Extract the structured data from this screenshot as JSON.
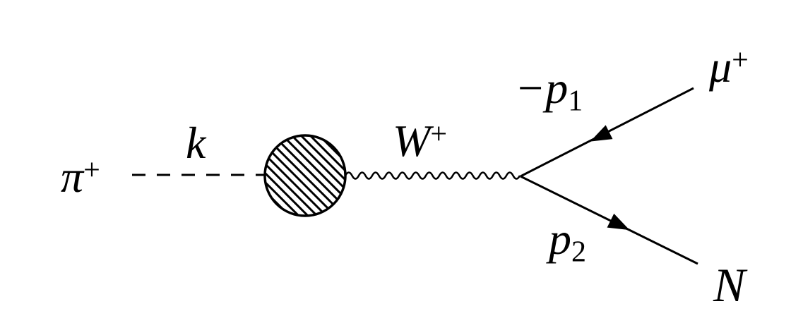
{
  "diagram": {
    "title": "pion-decay-feynman-diagram",
    "labels": {
      "incoming_particle": {
        "base": "π",
        "sup": "+"
      },
      "incoming_momentum": {
        "base": "k"
      },
      "boson": {
        "base": "W",
        "sup": "+"
      },
      "upper_momentum": {
        "base": "−p",
        "sub": "1"
      },
      "upper_particle": {
        "base": "μ",
        "sup": "+"
      },
      "lower_momentum": {
        "base": "p",
        "sub": "2"
      },
      "lower_particle": {
        "base": "N"
      }
    },
    "colors": {
      "background": "#ffffff",
      "ink": "#000000"
    }
  }
}
